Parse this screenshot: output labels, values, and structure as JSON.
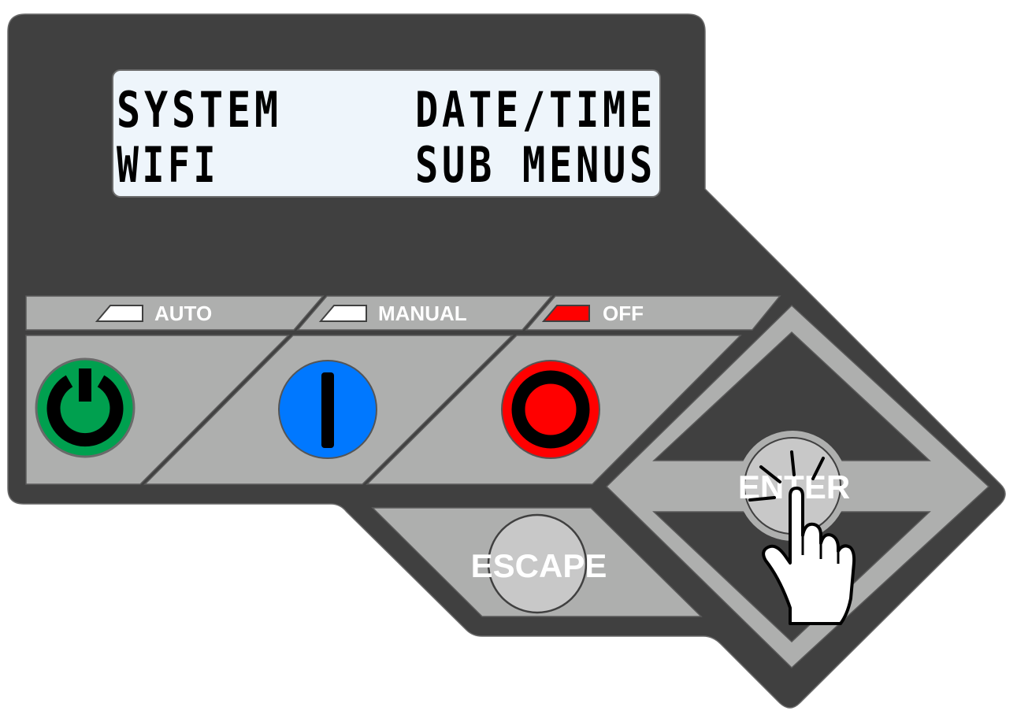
{
  "lcd": {
    "line1_left": "SYSTEM",
    "line1_right": "DATE/TIME",
    "line2_left": "WIFI",
    "line2_right": "SUB MENUS",
    "background": "#eef5fb"
  },
  "mode_labels": [
    {
      "label": "AUTO",
      "indicator_color": "#ffffff"
    },
    {
      "label": "MANUAL",
      "indicator_color": "#ffffff"
    },
    {
      "label": "OFF",
      "indicator_color": "#ff0000"
    }
  ],
  "buttons": {
    "auto": {
      "icon": "power-icon",
      "color": "#00a04f"
    },
    "manual": {
      "icon": "on-bar-icon",
      "color": "#0078ff"
    },
    "off": {
      "icon": "off-ring-icon",
      "color": "#ff0000"
    },
    "escape": {
      "label": "ESCAPE"
    },
    "enter": {
      "label": "ENTER",
      "icon": "pointing-hand-tap-icon"
    }
  },
  "colors": {
    "panel": "#404040",
    "key_face": "#aeafae",
    "round_key": "#c8c8c8"
  }
}
